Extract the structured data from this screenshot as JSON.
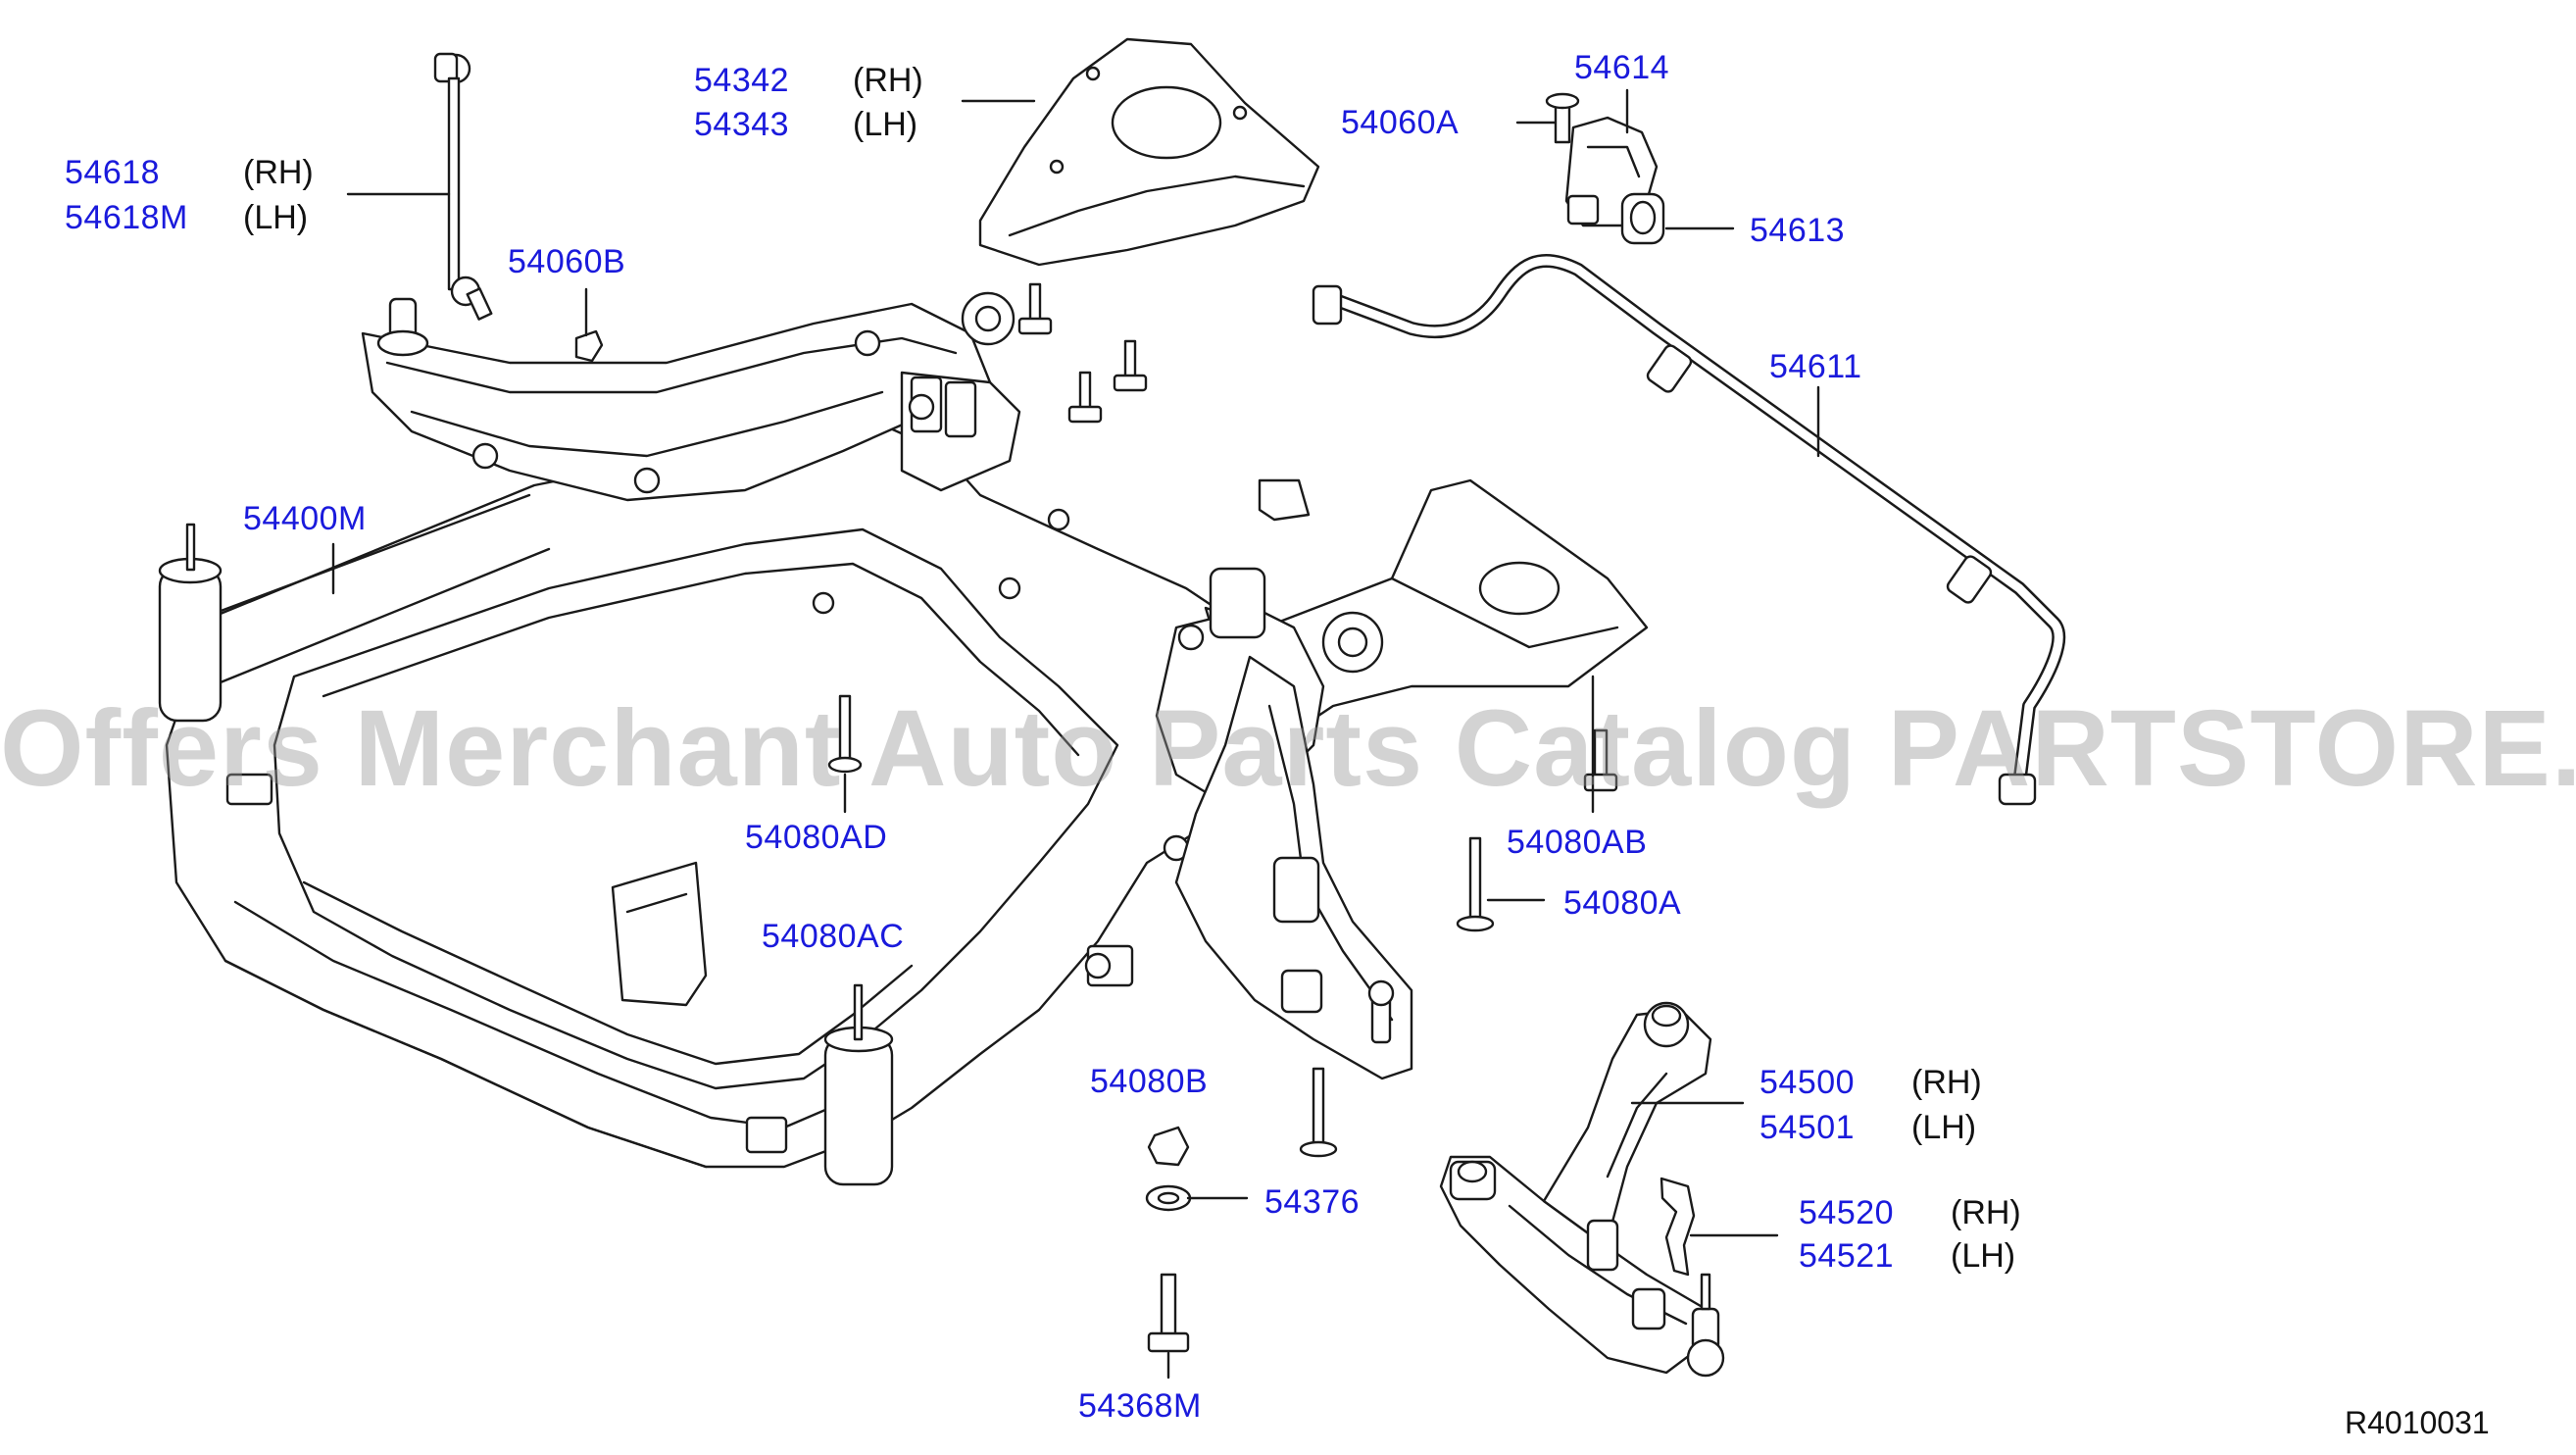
{
  "labels": {
    "p54618": "54618",
    "p54618_side": "(RH)",
    "p54618M": "54618M",
    "p54618M_side": "(LH)",
    "p54342": "54342",
    "p54342_side": "(RH)",
    "p54343": "54343",
    "p54343_side": "(LH)",
    "p54060A": "54060A",
    "p54614": "54614",
    "p54613": "54613",
    "p54060B": "54060B",
    "p54611": "54611",
    "p54400M": "54400M",
    "p54080AD": "54080AD",
    "p54080AB": "54080AB",
    "p54080A": "54080A",
    "p54080AC": "54080AC",
    "p54500": "54500",
    "p54500_side": "(RH)",
    "p54501": "54501",
    "p54501_side": "(LH)",
    "p54080B": "54080B",
    "p54376": "54376",
    "p54520": "54520",
    "p54520_side": "(RH)",
    "p54521": "54521",
    "p54521_side": "(LH)",
    "p54368M": "54368M"
  },
  "reference": "R4010031",
  "watermark": "Offers Merchant Auto Parts Catalog PARTSTORE.SA",
  "colors": {
    "part_number": "#1a1adc",
    "side_note": "#111111",
    "line_art": "#1a1a1a",
    "watermark": "#969696"
  }
}
